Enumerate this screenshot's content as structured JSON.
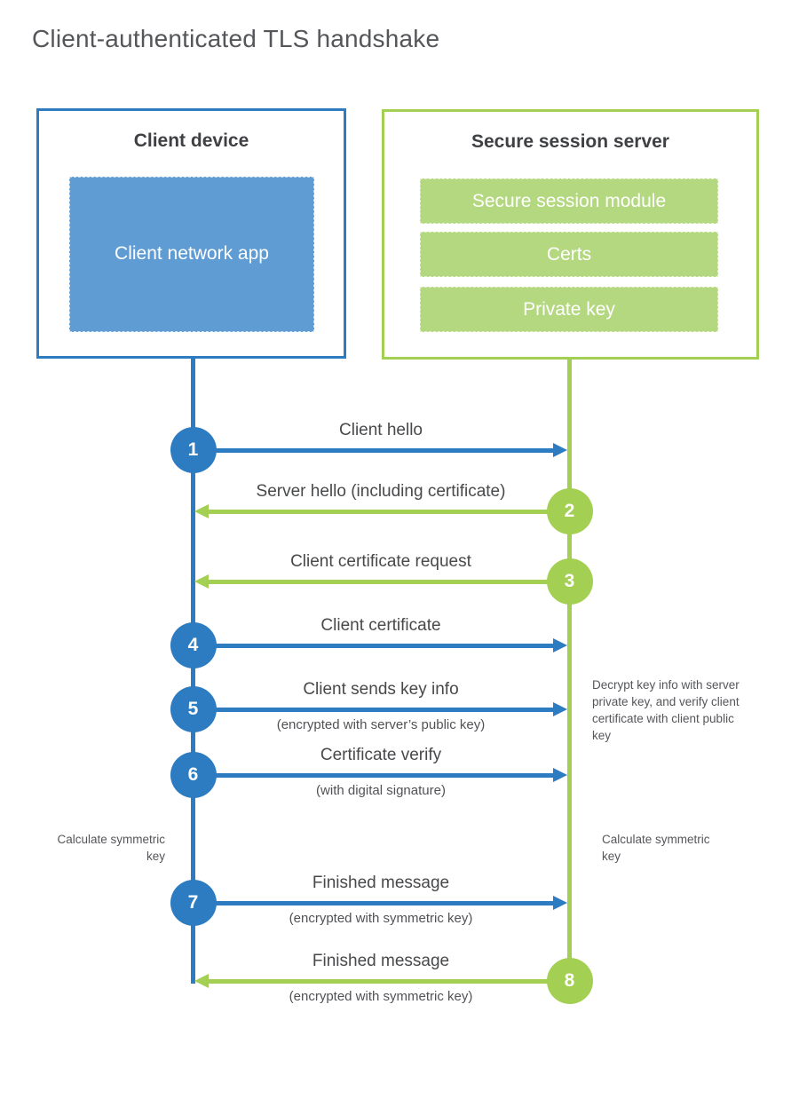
{
  "page": {
    "title": "Client-authenticated TLS handshake"
  },
  "colors": {
    "blue_accent": "#2d7cc1",
    "blue_fill": "#5f9cd3",
    "green_accent": "#a3cf52",
    "green_fill": "#b4d880",
    "heading_text": "#3f4043",
    "label_text": "#48494b",
    "note_text": "#55565a"
  },
  "client_box": {
    "title": "Client device",
    "app_label": "Client network app"
  },
  "server_box": {
    "title": "Secure session server",
    "modules": [
      "Secure session module",
      "Certs",
      "Private key"
    ]
  },
  "messages": [
    {
      "step": "1",
      "from": "client",
      "label": "Client hello",
      "sublabel": ""
    },
    {
      "step": "2",
      "from": "server",
      "label": "Server hello (including certificate)",
      "sublabel": ""
    },
    {
      "step": "3",
      "from": "server",
      "label": "Client certificate request",
      "sublabel": ""
    },
    {
      "step": "4",
      "from": "client",
      "label": "Client certificate",
      "sublabel": ""
    },
    {
      "step": "5",
      "from": "client",
      "label": "Client sends key info",
      "sublabel": "(encrypted with server’s public key)"
    },
    {
      "step": "6",
      "from": "client",
      "label": "Certificate verify",
      "sublabel": "(with digital signature)"
    },
    {
      "step": "7",
      "from": "client",
      "label": "Finished message",
      "sublabel": "(encrypted with symmetric key)"
    },
    {
      "step": "8",
      "from": "server",
      "label": "Finished message",
      "sublabel": "(encrypted with symmetric key)"
    }
  ],
  "annotations": {
    "decrypt_note": "Decrypt key info with server private key, and verify client certificate with client public key",
    "calc_left": "Calculate symmetric key",
    "calc_right": "Calculate symmetric key"
  }
}
